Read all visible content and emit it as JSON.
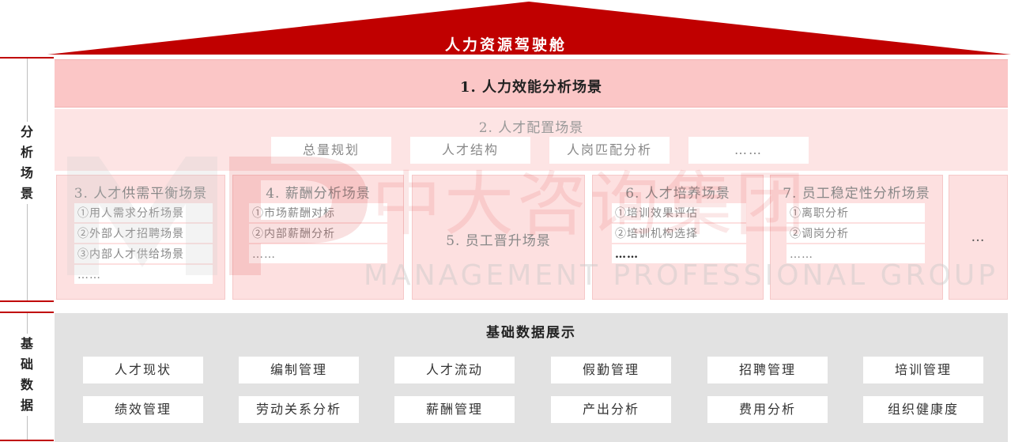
{
  "roof": {
    "title": "人力资源驾驶舱",
    "color": "#c00000"
  },
  "side_labels": {
    "analysis": [
      "分",
      "析",
      "场",
      "景"
    ],
    "base": [
      "基",
      "础",
      "数",
      "据"
    ]
  },
  "band1": {
    "title": "1. 人力效能分析场景"
  },
  "band2": {
    "title": "2. 人才配置场景",
    "items": [
      "总量规划",
      "人才结构",
      "人岗匹配分析",
      "……"
    ]
  },
  "columns": {
    "c3": {
      "title": "3. 人才供需平衡场景",
      "items": [
        "①用人需求分析场景",
        "②外部人才招聘场景",
        "③内部人才供给场景",
        "……"
      ]
    },
    "c4": {
      "title": "4. 薪酬分析场景",
      "items": [
        "①市场薪酬对标",
        "②内部薪酬分析",
        "……"
      ]
    },
    "c5": {
      "title": "5. 员工晋升场景"
    },
    "c6": {
      "title": "6. 人才培养场景",
      "items": [
        "①培训效果评估",
        "②培训机构选择",
        "……"
      ]
    },
    "c7": {
      "title": "7. 员工稳定性分析场景",
      "items": [
        "①离职分析",
        "②调岗分析",
        "……"
      ]
    },
    "c8": {
      "title": "…"
    }
  },
  "watermark": {
    "zh": "中大咨询集团",
    "en": "MANAGEMENT PROFESSIONAL GROUP"
  },
  "base": {
    "title": "基础数据展示",
    "row1": [
      "人才现状",
      "编制管理",
      "人才流动",
      "假勤管理",
      "招聘管理",
      "培训管理"
    ],
    "row2": [
      "绩效管理",
      "劳动关系分析",
      "薪酬管理",
      "产出分析",
      "费用分析",
      "组织健康度"
    ]
  }
}
